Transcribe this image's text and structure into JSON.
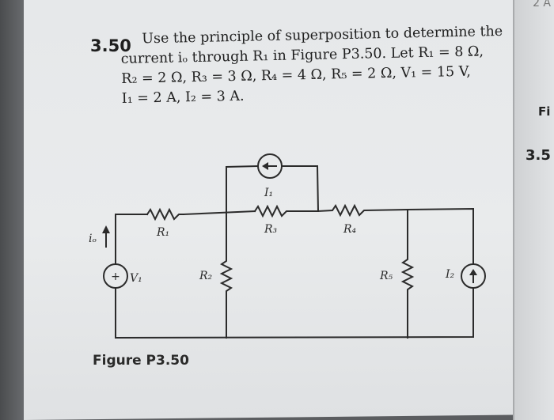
{
  "problem": {
    "number": "3.50",
    "lines": [
      "Use the principle of superposition to determine the",
      "current iₒ through R₁ in Figure P3.50. Let R₁ = 8 Ω,",
      "R₂ = 2 Ω, R₃ = 3 Ω, R₄ = 4 Ω, R₅ = 2 Ω, V₁ = 15 V,",
      "I₁ = 2 A, I₂ = 3 A."
    ]
  },
  "figure": {
    "caption": "Figure P3.50",
    "labels": {
      "r1": "R₁",
      "r2": "R₂",
      "r3": "R₃",
      "r4": "R₄",
      "r5": "R₅",
      "i1": "I₁",
      "i2": "I₂",
      "v1": "V₁",
      "io": "iₒ"
    },
    "plus_sign": "+"
  },
  "margin": {
    "top_corner": "2 A",
    "fig_ref": "Fi",
    "section": "3.5"
  }
}
